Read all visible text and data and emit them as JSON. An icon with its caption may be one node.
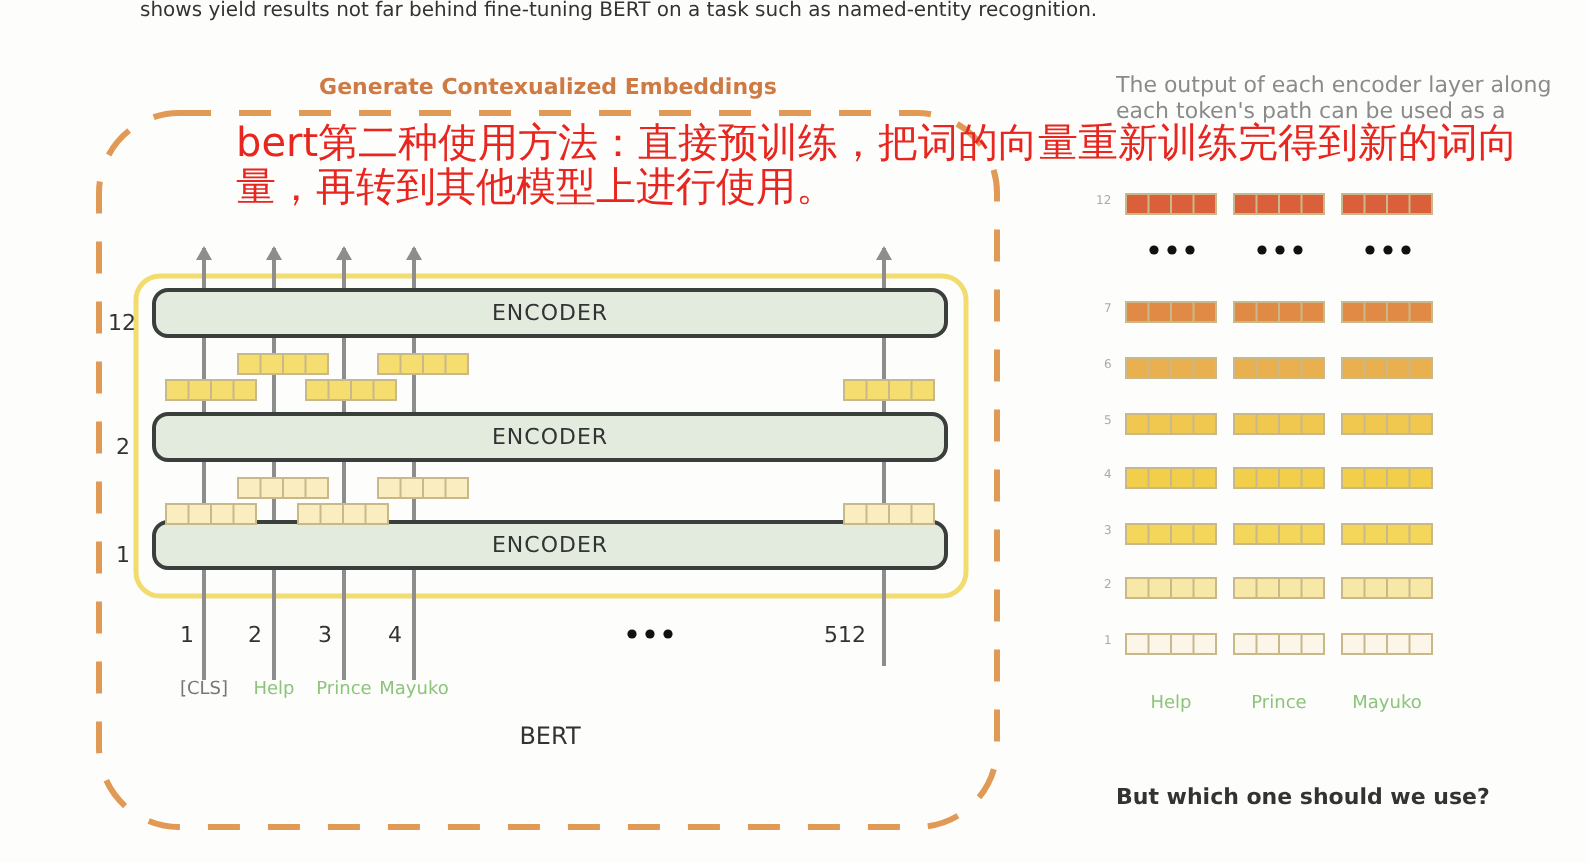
{
  "diagram": {
    "nodes": [
      {
        "text": [
          "Generate Contexualized Embeddings",
          "BERT"
        ]
      },
      {
        "text": [
          "ENCODER"
        ],
        "in": 0,
        "beside": [
          "12"
        ]
      },
      {
        "text": [
          "ENCODER"
        ],
        "in": 0,
        "beside": [
          "2"
        ]
      },
      {
        "text": [
          "ENCODER"
        ],
        "in": 0,
        "beside": [
          "1"
        ]
      },
      {
        "text": [
          "[CLS]"
        ],
        "in": 0
      },
      {
        "text": [
          "Help"
        ],
        "in": 0
      },
      {
        "text": [
          "Prince"
        ],
        "in": 0
      },
      {
        "text": [
          "Mayuko"
        ],
        "in": 0
      },
      {
        "text": [
          "512"
        ],
        "in": 0
      }
    ],
    "edges": [
      {
        "from": 4,
        "to": 3,
        "arrow": "none"
      },
      {
        "from": 3,
        "to": 2,
        "arrow": "none"
      },
      {
        "from": 2,
        "to": 1,
        "arrow": "none"
      },
      {
        "from": 1,
        "to": null,
        "arrow": "to"
      },
      {
        "from": 5,
        "to": 3,
        "arrow": "none"
      },
      {
        "from": 3,
        "to": 2,
        "arrow": "none"
      },
      {
        "from": 2,
        "to": 1,
        "arrow": "none"
      },
      {
        "from": 1,
        "to": null,
        "arrow": "to"
      },
      {
        "from": 6,
        "to": 3,
        "arrow": "none"
      },
      {
        "from": 3,
        "to": 2,
        "arrow": "none"
      },
      {
        "from": 2,
        "to": 1,
        "arrow": "none"
      },
      {
        "from": 1,
        "to": null,
        "arrow": "to"
      },
      {
        "from": 7,
        "to": 3,
        "arrow": "none"
      },
      {
        "from": 3,
        "to": 2,
        "arrow": "none"
      },
      {
        "from": 2,
        "to": 1,
        "arrow": "none"
      },
      {
        "from": 1,
        "to": null,
        "arrow": "to"
      },
      {
        "from": 8,
        "to": 3,
        "arrow": "none"
      },
      {
        "from": 3,
        "to": 2,
        "arrow": "none"
      },
      {
        "from": 2,
        "to": 1,
        "arrow": "none"
      },
      {
        "from": 1,
        "to": null,
        "arrow": "to"
      }
    ],
    "labels": [
      "shows yield results not far behind fine-tuning BERT on a task such as named-entity recognition.",
      "bert第二种使用方法：直接预训练，把词的向量重新训练完得到新的词向量，再转到其他模型上进行使用。",
      "The output of each encoder layer along each token's path can be used as a",
      "1",
      "2",
      "3",
      "4",
      "12",
      "7",
      "6",
      "5",
      "4",
      "3",
      "2",
      "1",
      "Help",
      "Prince",
      "Mayuko",
      "But which one should we use?"
    ]
  }
}
